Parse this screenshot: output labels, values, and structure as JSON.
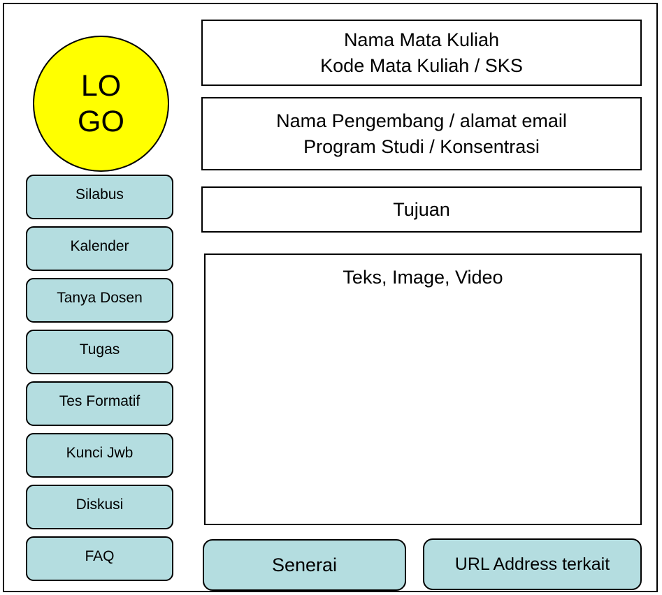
{
  "logo": {
    "line1": "LO",
    "line2": "GO",
    "fill_color": "#ffff00"
  },
  "header": {
    "course_name": "Nama Mata Kuliah",
    "course_code": "Kode Mata Kuliah / SKS"
  },
  "developer": {
    "name_email": "Nama Pengembang / alamat email",
    "program": "Program Studi / Konsentrasi"
  },
  "objective": {
    "label": "Tujuan"
  },
  "content": {
    "label": "Teks, Image, Video"
  },
  "sidebar": {
    "button_color": "#b4dde0",
    "items": [
      {
        "label": "Silabus"
      },
      {
        "label": "Kalender"
      },
      {
        "label": "Tanya Dosen"
      },
      {
        "label": "Tugas"
      },
      {
        "label": "Tes Formatif"
      },
      {
        "label": "Kunci Jwb"
      },
      {
        "label": "Diskusi"
      },
      {
        "label": "FAQ"
      }
    ]
  },
  "footer": {
    "senerai_label": "Senerai",
    "url_label": "URL Address terkait"
  }
}
